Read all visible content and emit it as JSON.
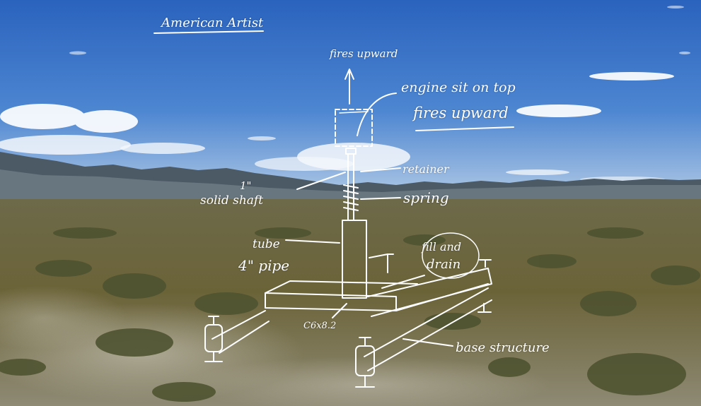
{
  "notes": {
    "title": "American Artist",
    "fires_upward_top": "fires upward",
    "engine": "engine sit on top",
    "fires_upward": "fires upward",
    "retainer": "retainer",
    "inch": "1\"",
    "solid_shaft": "solid shaft",
    "spring": "spring",
    "tube": "tube",
    "pipe": "4\" pipe",
    "fill": "fill and",
    "drain": "drain",
    "dimension": "C6x8.2",
    "base": "base structure"
  },
  "colors": {
    "sky_top": "#2f6fc9",
    "sky_horizon": "#a9c6e8",
    "mountains": "#3d4a55",
    "ground": "#6f6a42",
    "sketch": "#ffffff"
  }
}
